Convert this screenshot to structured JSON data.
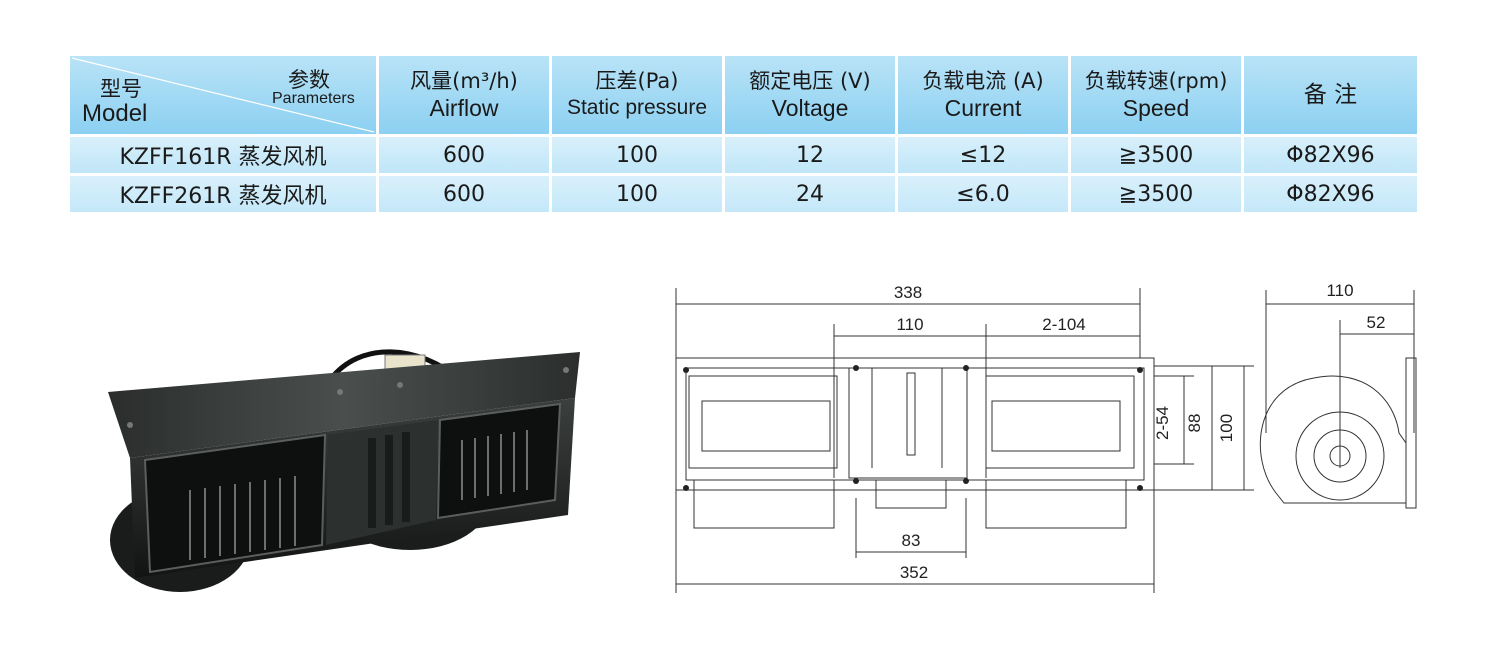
{
  "table": {
    "header": {
      "model_cn": "型号",
      "model_en": "Model",
      "params_cn": "参数",
      "params_en": "Parameters",
      "columns": [
        {
          "cn": "风量(m³/h)",
          "en": "Airflow"
        },
        {
          "cn": "压差(Pa)",
          "en": "Static pressure"
        },
        {
          "cn": "额定电压 (V)",
          "en": "Voltage"
        },
        {
          "cn": "负载电流 (A)",
          "en": "Current"
        },
        {
          "cn": "负载转速(rpm)",
          "en": "Speed"
        },
        {
          "cn": "备  注",
          "en": ""
        }
      ]
    },
    "rows": [
      {
        "model": "KZFF161R 蒸发风机",
        "airflow": "600",
        "pressure": "100",
        "voltage": "12",
        "current": "≤12",
        "speed": "≧3500",
        "note": "Φ82X96"
      },
      {
        "model": "KZFF261R 蒸发风机",
        "airflow": "600",
        "pressure": "100",
        "voltage": "24",
        "current": "≤6.0",
        "speed": "≧3500",
        "note": "Φ82X96"
      }
    ]
  },
  "drawing": {
    "front": {
      "overall_top": "338",
      "center_span": "110",
      "hole_pitch": "2-104",
      "bottom_span": "83",
      "overall_bottom": "352",
      "hole_vertical": "2-54",
      "inner_height": "88",
      "outer_height": "100"
    },
    "side": {
      "width": "110",
      "offset": "52"
    }
  },
  "colors": {
    "header": "#9fd8f3",
    "row": "#cfeaf8"
  }
}
